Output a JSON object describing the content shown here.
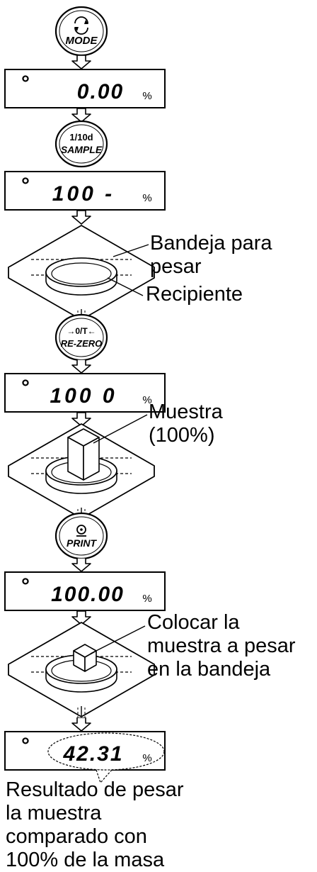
{
  "keys": {
    "mode": {
      "top": "",
      "bottom": "MODE"
    },
    "sample": {
      "top": "1/10d",
      "bottom": "SAMPLE"
    },
    "rezero": {
      "top": "→0/T←",
      "bottom": "RE-ZERO"
    },
    "print": {
      "top": "",
      "bottom": "PRINT"
    }
  },
  "displays": [
    {
      "indicator": "°",
      "value": "0.00",
      "unit": "%"
    },
    {
      "indicator": "°",
      "value": "100 -",
      "unit": "%"
    },
    {
      "indicator": "°",
      "value": "100 0",
      "unit": "%"
    },
    {
      "indicator": "°",
      "value": "100.00",
      "unit": "%"
    },
    {
      "indicator": "°",
      "value": "42.31",
      "unit": "%"
    }
  ],
  "labels": {
    "pan": [
      "Bandeja para",
      "pesar"
    ],
    "container": "Recipiente",
    "sample": [
      "Muestra",
      "(100%)"
    ],
    "place": [
      "Colocar la",
      "muestra a pesar",
      "en la bandeja"
    ],
    "result": [
      "Resultado de pesar",
      "la muestra",
      "comparado con",
      "100% de la masa"
    ]
  }
}
